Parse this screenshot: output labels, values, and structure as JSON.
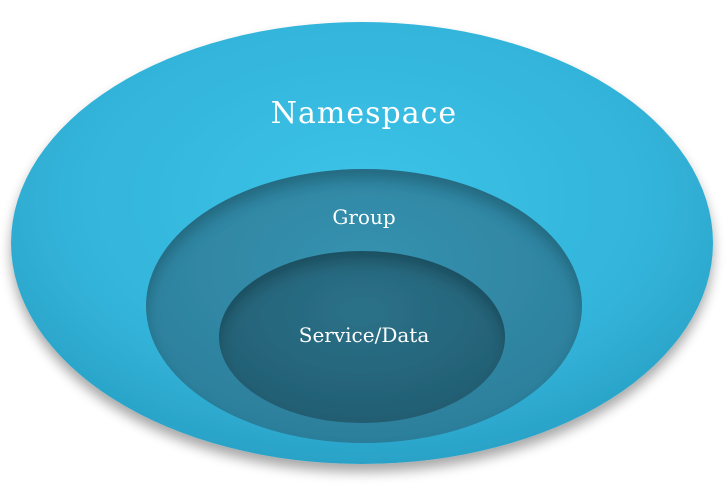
{
  "diagram": {
    "layers": [
      {
        "id": "namespace",
        "label": "Namespace"
      },
      {
        "id": "group",
        "label": "Group"
      },
      {
        "id": "service",
        "label": "Service/Data"
      }
    ]
  },
  "colors": {
    "outer": "#34b6dc",
    "middle": "#2f88a5",
    "inner": "#26677d",
    "label": "#ffffff"
  }
}
